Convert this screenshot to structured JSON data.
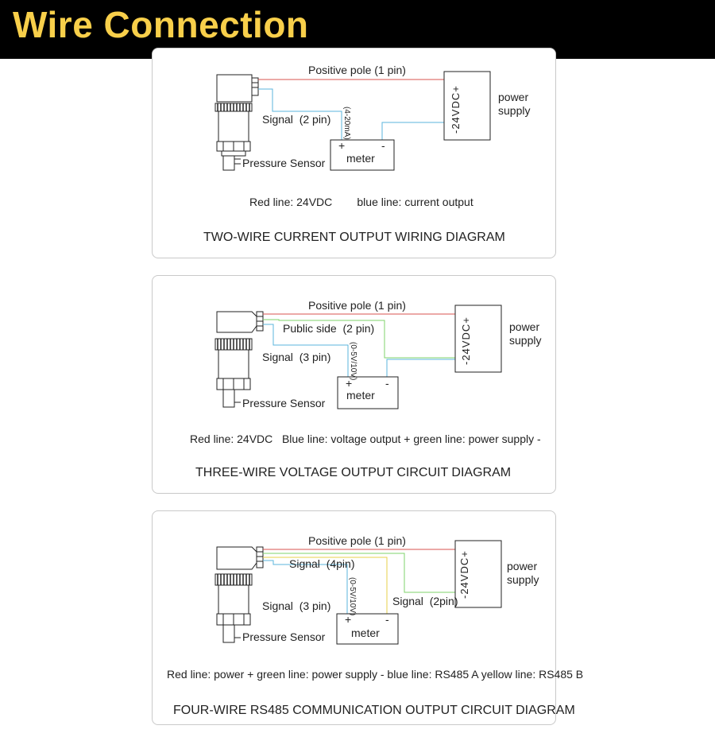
{
  "header": {
    "title": "Wire Connection"
  },
  "colors": {
    "header_bg": "#000000",
    "header_text": "#f8cf4a",
    "red": "#d9534f",
    "blue": "#5bb5dc",
    "green": "#7fd36b",
    "yellow": "#e7d24a"
  },
  "diagrams": [
    {
      "positive_pole": "Positive pole (1 pin)",
      "signal": "Signal  (2 pin)",
      "range": "(4-20mA)",
      "meter": "meter",
      "plus": "+",
      "minus": "-",
      "power_vdc": "-24VDC+",
      "power_supply_1": "power",
      "power_supply_2": "supply",
      "sensor": "Pressure Sensor",
      "legend": "Red line: 24VDC        blue line: current output",
      "title": "TWO-WIRE CURRENT OUTPUT WIRING DIAGRAM"
    },
    {
      "positive_pole": "Positive pole (1 pin)",
      "public_side": "Public side  (2 pin)",
      "signal": "Signal  (3 pin)",
      "range": "(0-5V/10V)",
      "meter": "meter",
      "plus": "+",
      "minus": "-",
      "power_vdc": "-24VDC+",
      "power_supply_1": "power",
      "power_supply_2": "supply",
      "sensor": "Pressure Sensor",
      "legend": "Red line: 24VDC   Blue line: voltage output + green line: power supply -",
      "title": "THREE-WIRE VOLTAGE OUTPUT CIRCUIT DIAGRAM"
    },
    {
      "positive_pole": "Positive pole (1 pin)",
      "signal_4": "Signal  (4pin)",
      "signal_3": "Signal  (3 pin)",
      "signal_2": "Signal  (2pin)",
      "range": "(0-5V/10V)",
      "meter": "meter",
      "plus": "+",
      "minus": "-",
      "power_vdc": "-24VDC+",
      "power_supply_1": "power",
      "power_supply_2": "supply",
      "sensor": "Pressure Sensor",
      "legend": "Red line: power + green line: power supply - blue line: RS485 A yellow line: RS485 B",
      "title": "FOUR-WIRE RS485 COMMUNICATION OUTPUT CIRCUIT DIAGRAM"
    }
  ]
}
